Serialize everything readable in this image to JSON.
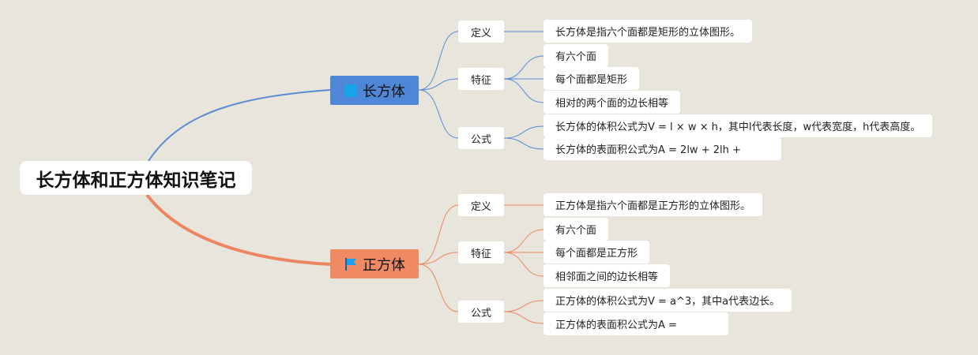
{
  "root": {
    "label": "长方体和正方体知识笔记"
  },
  "branches": [
    {
      "label": "长方体",
      "color": "#4f86d6",
      "line_color": "#5b8bd6",
      "flag_icon": "square-marker-icon",
      "categories": [
        {
          "label": "定义",
          "items": [
            "长方体是指六个面都是矩形的立体图形。"
          ]
        },
        {
          "label": "特征",
          "items": [
            "有六个面",
            "每个面都是矩形",
            "相对的两个面的边长相等"
          ]
        },
        {
          "label": "公式",
          "items": [
            "长方体的体积公式为V = l × w × h，其中l代表长度，w代表宽度，h代表高度。",
            "长方体的表面积公式为A = 2lw + 2lh +"
          ]
        }
      ]
    },
    {
      "label": "正方体",
      "color": "#ef8a63",
      "line_color": "#ee8561",
      "flag_icon": "flag-icon",
      "categories": [
        {
          "label": "定义",
          "items": [
            "正方体是指六个面都是正方形的立体图形。"
          ]
        },
        {
          "label": "特征",
          "items": [
            "有六个面",
            "每个面都是正方形",
            "相邻面之间的边长相等"
          ]
        },
        {
          "label": "公式",
          "items": [
            "正方体的体积公式为V = a^3，其中a代表边长。",
            "正方体的表面积公式为A ="
          ]
        }
      ]
    }
  ]
}
